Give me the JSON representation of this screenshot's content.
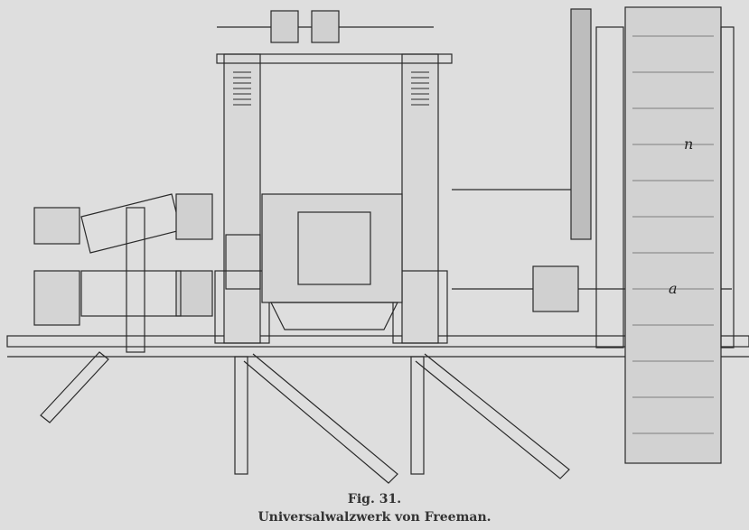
{
  "figure": {
    "number_label": "Fig. 31.",
    "title": "Universalwalzwerk von Freeman.",
    "part_labels": [
      "n",
      "a"
    ]
  },
  "colors": {
    "paper": "#dedede",
    "ink": "#2a2a2a"
  }
}
